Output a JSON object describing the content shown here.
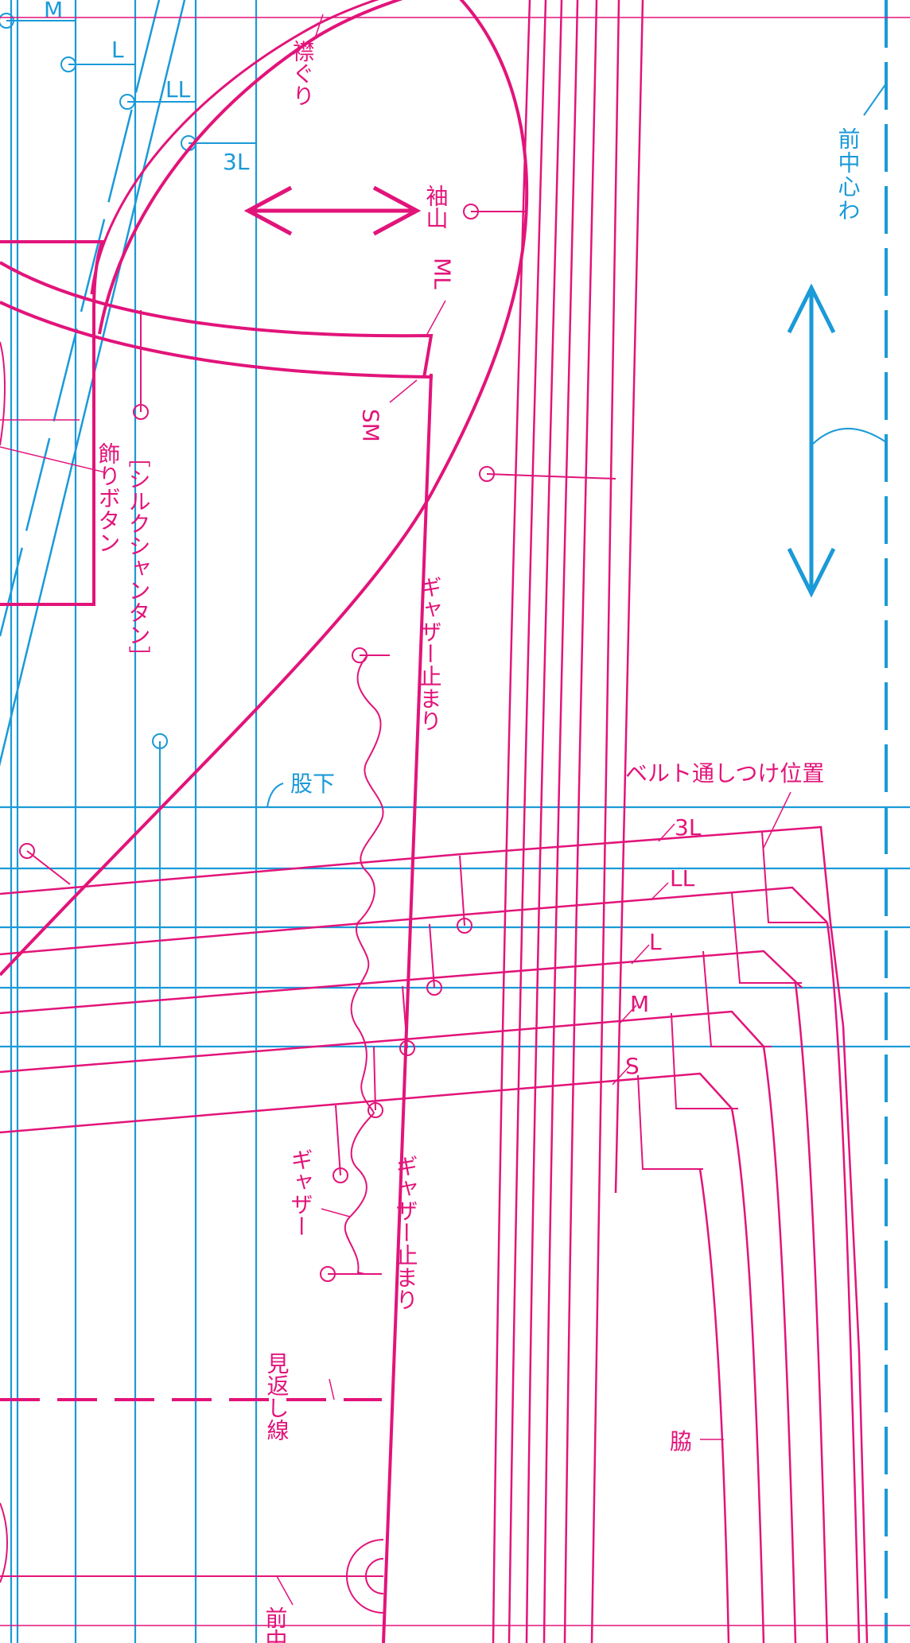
{
  "colors": {
    "magenta": "#e2147a",
    "cyan": "#1a9ad8",
    "background": "#ffffff"
  },
  "labels": {
    "size_top_m": "M",
    "size_top_l": "L",
    "size_top_ll": "LL",
    "size_top_3l": "3L",
    "neckline": "襟ぐり",
    "sleeve_cap": "袖山",
    "ml": "ML",
    "sm": "SM",
    "front_center_top": "前中心わ",
    "decorative_button": "飾りボタン",
    "button_type": "［シルクシャンタン］",
    "gather_stop_upper": "ギャザー止まり",
    "crotch": "股下",
    "belt_loop_position": "ベルト通しつけ位置",
    "size_3l": "3L",
    "size_ll": "LL",
    "size_l": "L",
    "size_m": "M",
    "size_s": "S",
    "gather": "ギャザー",
    "gather_stop_lower": "ギャザー止まり",
    "facing_line": "見返し線",
    "side": "脇",
    "front_center_bottom": "前中心"
  },
  "icons": {
    "width_arrow": "double-arrow-horizontal-icon",
    "grain_arrow": "double-arrow-vertical-icon",
    "center_circle": "concentric-circle-mark-icon"
  }
}
